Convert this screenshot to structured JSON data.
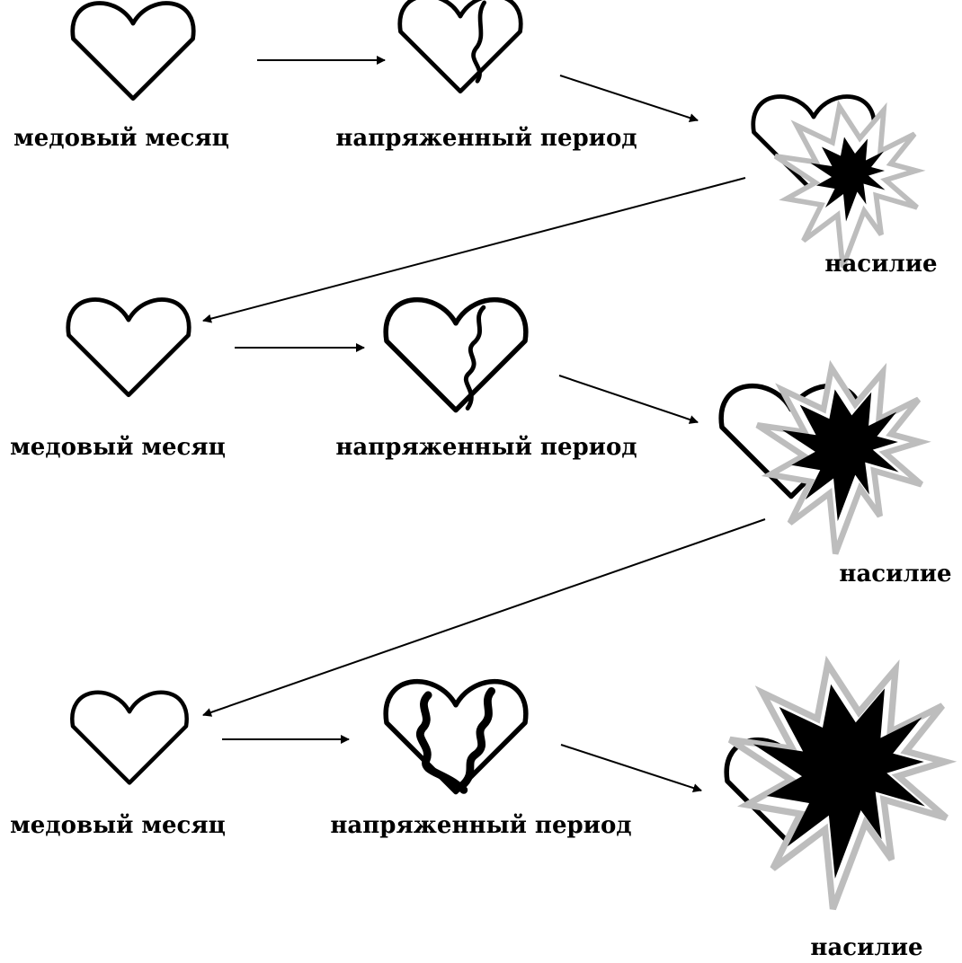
{
  "diagram": {
    "rows": [
      {
        "honeymoon": "медовый месяц",
        "tension": "напряженный период",
        "violence": "насилие"
      },
      {
        "honeymoon": "медовый месяц",
        "tension": "напряженный период",
        "violence": "насилие"
      },
      {
        "honeymoon": "медовый месяц",
        "tension": "напряженный период",
        "violence": "насилие"
      }
    ]
  },
  "colors": {
    "stroke": "#000000",
    "burst_fill": "#000000",
    "burst_outline": "#bdbdbd",
    "background": "#ffffff"
  },
  "icons": [
    "heart-icon",
    "cracked-heart-icon",
    "heart-explosion-icon",
    "arrow-icon"
  ]
}
